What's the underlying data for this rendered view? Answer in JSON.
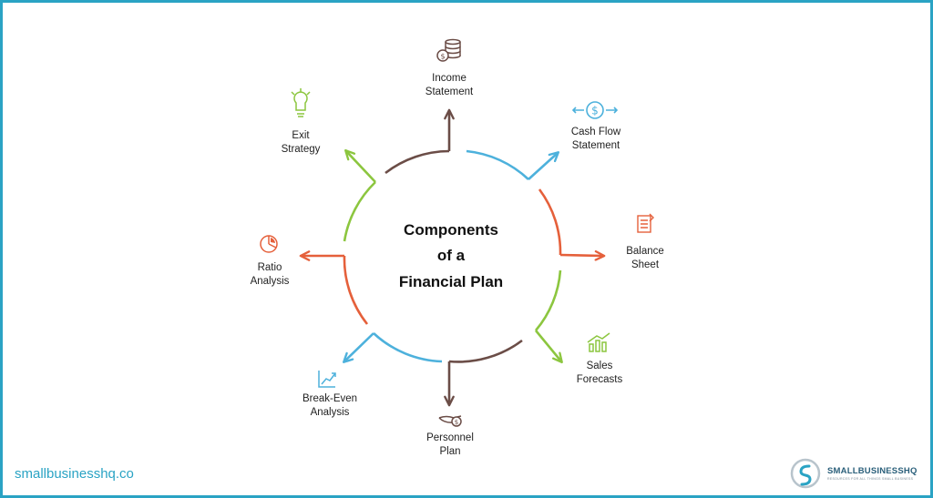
{
  "center_title": [
    "Components",
    "of a",
    "Financial Plan"
  ],
  "colors": {
    "frame": "#2aa3c4",
    "brown": "#6b4d47",
    "blue": "#4db1dc",
    "orange": "#e5603b",
    "green": "#8cc63f"
  },
  "components": [
    {
      "lines": [
        "Income",
        "Statement"
      ],
      "icon": "coins-icon",
      "color": "#6b4d47"
    },
    {
      "lines": [
        "Cash Flow",
        "Statement"
      ],
      "icon": "dollar-arrows-icon",
      "color": "#4db1dc"
    },
    {
      "lines": [
        "Balance",
        "Sheet"
      ],
      "icon": "spreadsheet-icon",
      "color": "#e5603b"
    },
    {
      "lines": [
        "Sales",
        "Forecasts"
      ],
      "icon": "bar-chart-icon",
      "color": "#8cc63f"
    },
    {
      "lines": [
        "Personnel",
        "Plan"
      ],
      "icon": "hand-coin-icon",
      "color": "#6b4d47"
    },
    {
      "lines": [
        "Break-Even",
        "Analysis"
      ],
      "icon": "line-chart-icon",
      "color": "#4db1dc"
    },
    {
      "lines": [
        "Ratio",
        "Analysis"
      ],
      "icon": "pie-chart-icon",
      "color": "#e5603b"
    },
    {
      "lines": [
        "Exit",
        "Strategy"
      ],
      "icon": "lightbulb-icon",
      "color": "#8cc63f"
    }
  ],
  "footer": {
    "url": "smallbusinesshq.co",
    "brand_name": "SMALLBUSINESSHQ",
    "brand_tagline": "RESOURCES FOR ALL THINGS SMALL BUSINESS"
  }
}
